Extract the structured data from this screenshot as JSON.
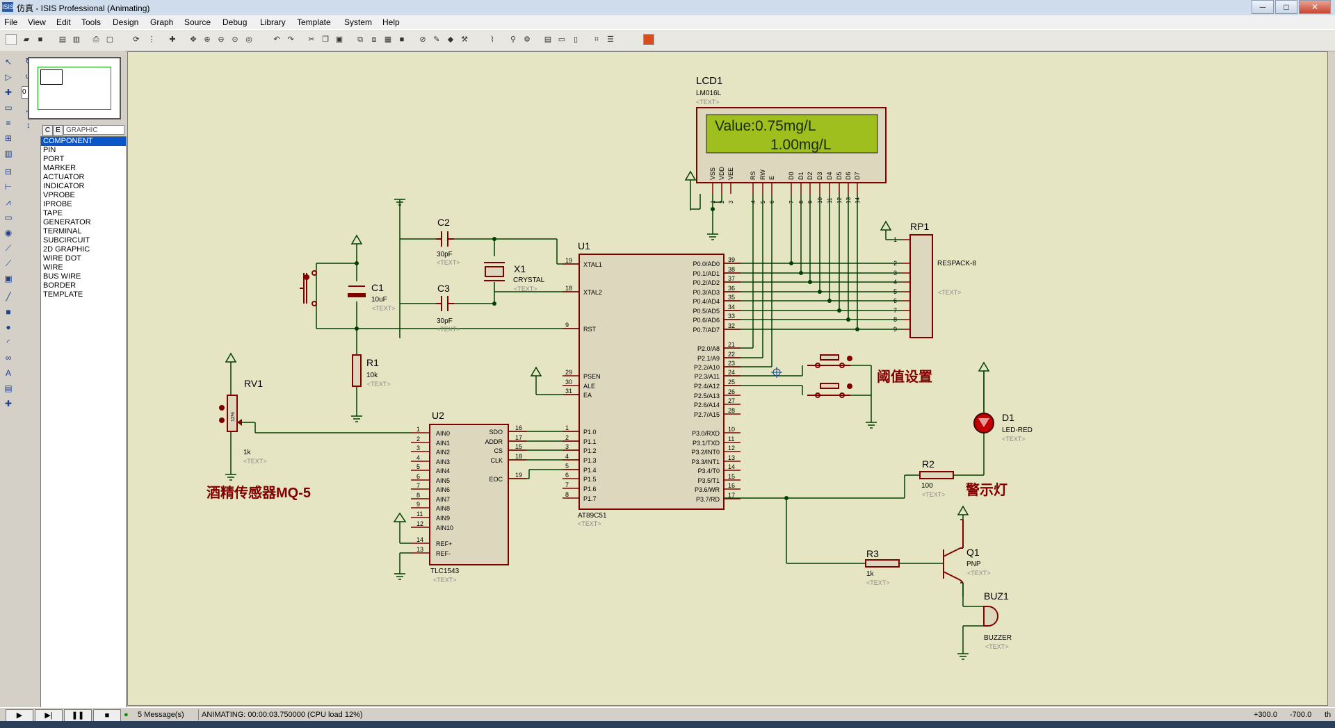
{
  "window": {
    "title": "仿真 - ISIS Professional (Animating)",
    "app_icon": "ISIS",
    "minimize": "─",
    "maximize": "□",
    "close": "✕"
  },
  "menu": [
    "File",
    "View",
    "Edit",
    "Tools",
    "Design",
    "Graph",
    "Source",
    "Debug",
    "Library",
    "Template",
    "System",
    "Help"
  ],
  "toolbar_icons": [
    "new-icon",
    "open-icon",
    "save-icon",
    "import-icon",
    "export-icon",
    "print-icon",
    "print-area-icon",
    "refresh-icon",
    "grid-icon",
    "origin-icon",
    "pan-icon",
    "zoom-in-icon",
    "zoom-out-icon",
    "zoom-all-icon",
    "zoom-area-icon",
    "undo-icon",
    "redo-icon",
    "cut-icon",
    "copy-icon",
    "paste-icon",
    "block-copy-icon",
    "block-move-icon",
    "block-rotate-icon",
    "block-delete-icon",
    "pick-device-icon",
    "make-device-icon",
    "packaging-icon",
    "decompose-icon",
    "wire-autorouter-icon",
    "search-icon",
    "property-assign-icon",
    "design-explorer-icon",
    "new-sheet-icon",
    "remove-sheet-icon",
    "netlist-icon",
    "bom-icon",
    "ares-icon"
  ],
  "left_tools": {
    "rotation_value": "0"
  },
  "object_selector": {
    "tabs": [
      "C",
      "E"
    ],
    "style_header": "GRAPHIC STYLES",
    "items": [
      "COMPONENT",
      "PIN",
      "PORT",
      "MARKER",
      "ACTUATOR",
      "INDICATOR",
      "VPROBE",
      "IPROBE",
      "TAPE",
      "GENERATOR",
      "TERMINAL",
      "SUBCIRCUIT",
      "2D GRAPHIC",
      "WIRE DOT",
      "WIRE",
      "BUS WIRE",
      "BORDER",
      "TEMPLATE"
    ],
    "selected": "COMPONENT"
  },
  "schematic": {
    "lcd": {
      "ref": "LCD1",
      "part": "LM016L",
      "text": "<TEXT>",
      "line1": "Value:0.75mg/L",
      "line2": "1.00mg/L",
      "pins": [
        "VSS",
        "VDD",
        "VEE",
        "RS",
        "RW",
        "E",
        "D0",
        "D1",
        "D2",
        "D3",
        "D4",
        "D5",
        "D6",
        "D7"
      ],
      "pin_numbers": [
        "1",
        "2",
        "3",
        "4",
        "5",
        "6",
        "7",
        "8",
        "9",
        "10",
        "11",
        "12",
        "13",
        "14"
      ]
    },
    "u1": {
      "ref": "U1",
      "part": "AT89C51",
      "text": "<TEXT>",
      "left_pins": [
        {
          "n": "19",
          "name": "XTAL1"
        },
        {
          "n": "18",
          "name": "XTAL2"
        },
        {
          "n": "9",
          "name": "RST"
        },
        {
          "n": "29",
          "name": "PSEN"
        },
        {
          "n": "30",
          "name": "ALE"
        },
        {
          "n": "31",
          "name": "EA"
        },
        {
          "n": "1",
          "name": "P1.0"
        },
        {
          "n": "2",
          "name": "P1.1"
        },
        {
          "n": "3",
          "name": "P1.2"
        },
        {
          "n": "4",
          "name": "P1.3"
        },
        {
          "n": "5",
          "name": "P1.4"
        },
        {
          "n": "6",
          "name": "P1.5"
        },
        {
          "n": "7",
          "name": "P1.6"
        },
        {
          "n": "8",
          "name": "P1.7"
        }
      ],
      "right_pins": [
        {
          "n": "39",
          "name": "P0.0/AD0"
        },
        {
          "n": "38",
          "name": "P0.1/AD1"
        },
        {
          "n": "37",
          "name": "P0.2/AD2"
        },
        {
          "n": "36",
          "name": "P0.3/AD3"
        },
        {
          "n": "35",
          "name": "P0.4/AD4"
        },
        {
          "n": "34",
          "name": "P0.5/AD5"
        },
        {
          "n": "33",
          "name": "P0.6/AD6"
        },
        {
          "n": "32",
          "name": "P0.7/AD7"
        },
        {
          "n": "21",
          "name": "P2.0/A8"
        },
        {
          "n": "22",
          "name": "P2.1/A9"
        },
        {
          "n": "23",
          "name": "P2.2/A10"
        },
        {
          "n": "24",
          "name": "P2.3/A11"
        },
        {
          "n": "25",
          "name": "P2.4/A12"
        },
        {
          "n": "26",
          "name": "P2.5/A13"
        },
        {
          "n": "27",
          "name": "P2.6/A14"
        },
        {
          "n": "28",
          "name": "P2.7/A15"
        },
        {
          "n": "10",
          "name": "P3.0/RXD"
        },
        {
          "n": "11",
          "name": "P3.1/TXD"
        },
        {
          "n": "12",
          "name": "P3.2/INT0"
        },
        {
          "n": "13",
          "name": "P3.3/INT1"
        },
        {
          "n": "14",
          "name": "P3.4/T0"
        },
        {
          "n": "15",
          "name": "P3.5/T1"
        },
        {
          "n": "16",
          "name": "P3.6/WR"
        },
        {
          "n": "17",
          "name": "P3.7/RD"
        }
      ]
    },
    "u2": {
      "ref": "U2",
      "part": "TLC1543",
      "text": "<TEXT>",
      "left_pins": [
        {
          "n": "1",
          "name": "AIN0"
        },
        {
          "n": "2",
          "name": "AIN1"
        },
        {
          "n": "3",
          "name": "AIN2"
        },
        {
          "n": "4",
          "name": "AIN3"
        },
        {
          "n": "5",
          "name": "AIN4"
        },
        {
          "n": "6",
          "name": "AIN5"
        },
        {
          "n": "7",
          "name": "AIN6"
        },
        {
          "n": "8",
          "name": "AIN7"
        },
        {
          "n": "9",
          "name": "AIN8"
        },
        {
          "n": "11",
          "name": "AIN9"
        },
        {
          "n": "12",
          "name": "AIN10"
        },
        {
          "n": "14",
          "name": "REF+"
        },
        {
          "n": "13",
          "name": "REF-"
        }
      ],
      "right_pins": [
        {
          "n": "16",
          "name": "SDO"
        },
        {
          "n": "17",
          "name": "ADDR"
        },
        {
          "n": "15",
          "name": "CS"
        },
        {
          "n": "18",
          "name": "CLK"
        },
        {
          "n": "19",
          "name": "EOC"
        }
      ]
    },
    "rp1": {
      "ref": "RP1",
      "part": "RESPACK-8",
      "text": "<TEXT>",
      "pins": [
        "1",
        "2",
        "3",
        "4",
        "5",
        "6",
        "7",
        "8",
        "9"
      ]
    },
    "c1": {
      "ref": "C1",
      "value": "10uF",
      "text": "<TEXT>"
    },
    "c2": {
      "ref": "C2",
      "value": "30pF",
      "text": "<TEXT>"
    },
    "c3": {
      "ref": "C3",
      "value": "30pF",
      "text": "<TEXT>"
    },
    "x1": {
      "ref": "X1",
      "value": "CRYSTAL",
      "text": "<TEXT>"
    },
    "r1": {
      "ref": "R1",
      "value": "10k",
      "text": "<TEXT>"
    },
    "rv1": {
      "ref": "RV1",
      "value": "1k",
      "text": "<TEXT>",
      "percent": "12%"
    },
    "r2": {
      "ref": "R2",
      "value": "100",
      "text": "<TEXT>"
    },
    "r3": {
      "ref": "R3",
      "value": "1k",
      "text": "<TEXT>"
    },
    "d1": {
      "ref": "D1",
      "part": "LED-RED",
      "text": "<TEXT>"
    },
    "q1": {
      "ref": "Q1",
      "part": "PNP",
      "text": "<TEXT>"
    },
    "buz1": {
      "ref": "BUZ1",
      "part": "BUZZER",
      "text": "<TEXT>"
    },
    "labels": {
      "sensor": "酒精传感器MQ-5",
      "threshold": "阈值设置",
      "warning": "警示灯"
    }
  },
  "status": {
    "messages": "5 Message(s)",
    "animating": "ANIMATING: 00:00:03.750000 (CPU load 12%)",
    "x": "+300.0",
    "y": "-700.0",
    "units": "th"
  },
  "colors": {
    "canvas": "#e6e5c3",
    "wire": "#004000",
    "component": "#800000",
    "body": "#ddd7bd",
    "lcd_screen": "#9fbf1f"
  }
}
